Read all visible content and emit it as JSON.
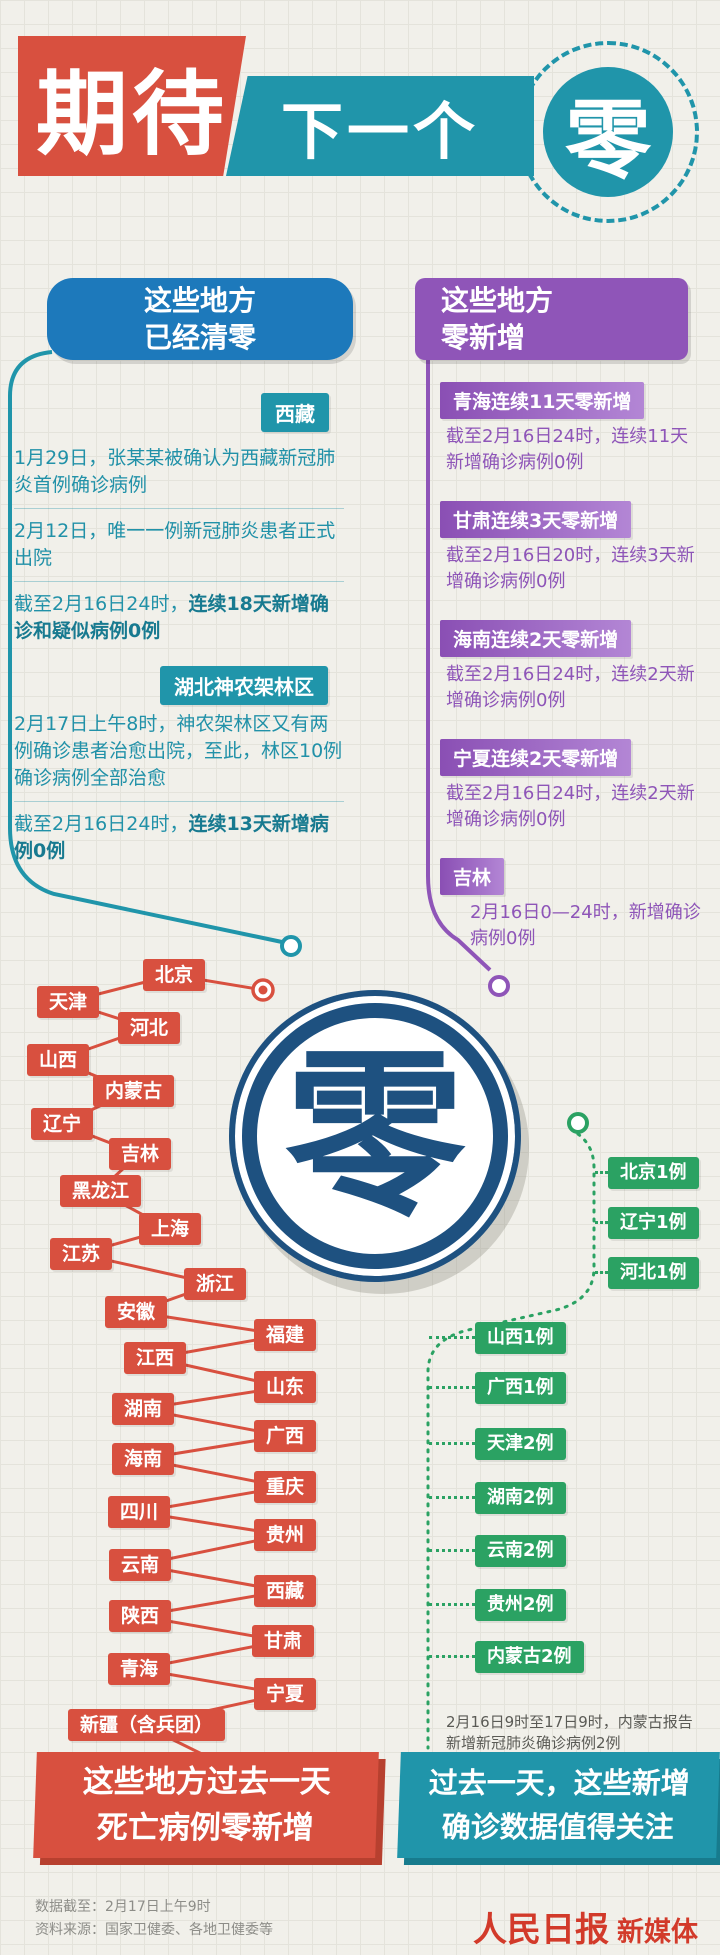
{
  "title": {
    "part1": "期待",
    "part2": "下一个",
    "zero": "零"
  },
  "cleared": {
    "heading_line1": "这些地方",
    "heading_line2": "已经清零",
    "blocks": [
      {
        "tag": "西藏",
        "paras": [
          {
            "normal": "1月29日，张某某被确认为西藏新冠肺炎首例确诊病例",
            "bold": ""
          },
          {
            "normal": "2月12日，唯一一例新冠肺炎患者正式出院",
            "bold": ""
          },
          {
            "normal": "截至2月16日24时，",
            "bold": "连续18天新增确诊和疑似病例0例"
          }
        ]
      },
      {
        "tag": "湖北神农架林区",
        "paras": [
          {
            "normal": "2月17日上午8时，神农架林区又有两例确诊患者治愈出院，至此，林区10例确诊病例全部治愈",
            "bold": ""
          },
          {
            "normal": "截至2月16日24时，",
            "bold": "连续13天新增病例0例"
          }
        ]
      }
    ]
  },
  "zero_new": {
    "heading_line1": "这些地方",
    "heading_line2": "零新增",
    "items": [
      {
        "tag": "青海连续11天零新增",
        "text": "截至2月16日24时，连续11天新增确诊病例0例"
      },
      {
        "tag": "甘肃连续3天零新增",
        "text": "截至2月16日20时，连续3天新增确诊病例0例"
      },
      {
        "tag": "海南连续2天零新增",
        "text": "截至2月16日24时，连续2天新增确诊病例0例"
      },
      {
        "tag": "宁夏连续2天零新增",
        "text": "截至2月16日24时，连续2天新增确诊病例0例"
      },
      {
        "tag": "吉林",
        "text": "2月16日0—24时，新增确诊病例0例"
      }
    ]
  },
  "center_zero": "零",
  "zero_death": {
    "provinces": [
      "北京",
      "天津",
      "河北",
      "山西",
      "内蒙古",
      "辽宁",
      "吉林",
      "黑龙江",
      "上海",
      "江苏",
      "浙江",
      "安徽",
      "福建",
      "江西",
      "山东",
      "湖南",
      "广西",
      "海南",
      "重庆",
      "四川",
      "贵州",
      "云南",
      "西藏",
      "陕西",
      "甘肃",
      "青海",
      "宁夏",
      "新疆（含兵团）"
    ],
    "label_line1": "这些地方过去一天",
    "label_line2": "死亡病例零新增"
  },
  "new_cases": {
    "tags": [
      "北京1例",
      "辽宁1例",
      "河北1例",
      "山西1例",
      "广西1例",
      "天津2例",
      "湖南2例",
      "云南2例",
      "贵州2例",
      "内蒙古2例"
    ],
    "note": "2月16日9时至17日9时，内蒙古报告新增新冠肺炎确诊病例2例",
    "label_line1": "过去一天，这些新增",
    "label_line2": "确诊数据值得关注"
  },
  "footer": {
    "line1": "数据截至：2月17日上午9时",
    "line2": "资料来源：国家卫健委、各地卫健委等",
    "logo_main": "人民日报",
    "logo_sub": "新媒体"
  },
  "colors": {
    "red": "#d8503f",
    "teal": "#2095aa",
    "blue": "#1d79bb",
    "purple": "#8f55b8",
    "green": "#2ba263",
    "navy": "#1e5180"
  }
}
